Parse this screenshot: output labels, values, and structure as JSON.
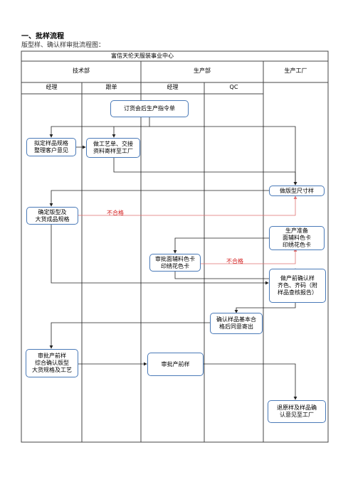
{
  "heading": "一、批样流程",
  "subheading": "版型样、确认样审批流程图：",
  "org_title": "富信天伦天服装事业中心",
  "departments": {
    "tech": "技术部",
    "production": "生产部",
    "factory": "生产工厂"
  },
  "roles": {
    "tech_manager": "经理",
    "merchandiser": "跟单",
    "prod_manager": "经理",
    "qc": "QC"
  },
  "nodes": {
    "order": "订货会后生产指令单",
    "draft_spec": "拟定样品规格\n整理客户意见",
    "process_sheet": "做工艺单、交接\n资料寄样至工厂",
    "make_pattern": "做版型尺寸样",
    "confirm_pattern": "确定版型及\n大货成品规格",
    "prepare_cards": "生产准备\n面辅料色卡\n印绣花色卡",
    "approve_cards": "审批面辅料色卡\n印绣花色卡",
    "pre_production": "做产前确认样\n齐色、齐码（附\n样品查核报告）",
    "confirm_sample": "确认样品基本合\n格后同意寄出",
    "tech_approve_pp": "审批产前样\n综合确认版型\n大货规格及工艺",
    "prod_approve_pp": "审批产前样",
    "return_sample": "退原样及样品确\n认意见至工厂"
  },
  "reject_labels": {
    "first": "不合格",
    "second": "不合格"
  },
  "colors": {
    "node_border": "#4a7ab8",
    "reject_line": "#e07070",
    "reject_text": "#d42020"
  }
}
